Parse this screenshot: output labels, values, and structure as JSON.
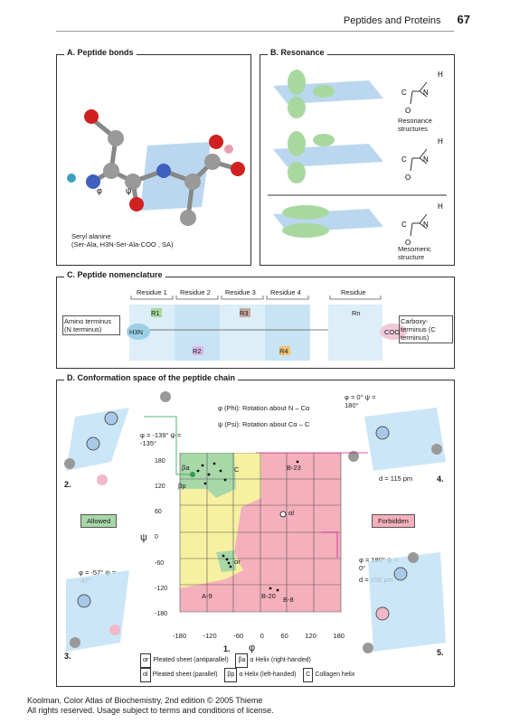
{
  "header": {
    "title": "Peptides and Proteins",
    "page": "67"
  },
  "panelA": {
    "title": "A. Peptide bonds",
    "phi": "φ",
    "psi": "ψ",
    "caption_l1": "Seryl alanine",
    "caption_l2": "(Ser-Ala, H3N-Ser-Ala-COO , SA)"
  },
  "panelB": {
    "title": "B. Resonance",
    "label1": "Resonance structures",
    "label2": "Mesomeric structure"
  },
  "panelC": {
    "title": "C. Peptide nomenclature",
    "residues": [
      "Residue 1",
      "Residue 2",
      "Residue 3",
      "Residue 4",
      "Residue"
    ],
    "amino": "Amino terminus (N terminus)",
    "carboxy": "Carboxy- terminus (C terminus)",
    "r_labels": [
      "R1",
      "R2",
      "R3",
      "R4",
      "Rn"
    ],
    "h3n": "H3N",
    "coo": "COO"
  },
  "panelD": {
    "title": "D. Conformation space of the peptide chain",
    "phi_def": "φ (Phi): Rotation about N – Cα",
    "psi_def": "ψ (Psi): Rotation about Cα – C",
    "s1": "φ = -139°  ψ = -135°",
    "s4": "φ = 0°  ψ = 180°",
    "s4_d": "d = 115 pm",
    "s3": "φ = -57°  ψ = -47°",
    "s5": "φ = 180°  ψ = 0°",
    "s5_d": "d = 155 pm",
    "allowed": "Allowed",
    "forbidden": "Forbidden",
    "num": [
      "2.",
      "4.",
      "1.",
      "3.",
      "5."
    ],
    "legend": [
      {
        "key": "αr",
        "text": "Pleated sheet (antiparallel)"
      },
      {
        "key": "αl",
        "text": "Pleated sheet (parallel)"
      },
      {
        "key": "βa",
        "text": "α Helix (right-handed)"
      },
      {
        "key": "βp",
        "text": "α Helix (left-handed)"
      },
      {
        "key": "C",
        "text": "Collagen helix"
      }
    ],
    "plot_labels": [
      "βa",
      "βp",
      "C",
      "αl",
      "αr",
      "B-23",
      "A-9",
      "B-20",
      "B-8"
    ],
    "axis": {
      "x": "φ",
      "y": "ψ",
      "xticks": [
        "-180",
        "-120",
        "-60",
        "0",
        "60",
        "120",
        "180"
      ],
      "yticks": [
        "180",
        "120",
        "60",
        "0",
        "-60",
        "-120",
        "-180"
      ]
    }
  },
  "footer": {
    "l1": "Koolman, Color Atlas of Biochemistry, 2nd edition © 2005 Thieme",
    "l2": "All rights reserved. Usage subject to terms and conditions of license."
  }
}
